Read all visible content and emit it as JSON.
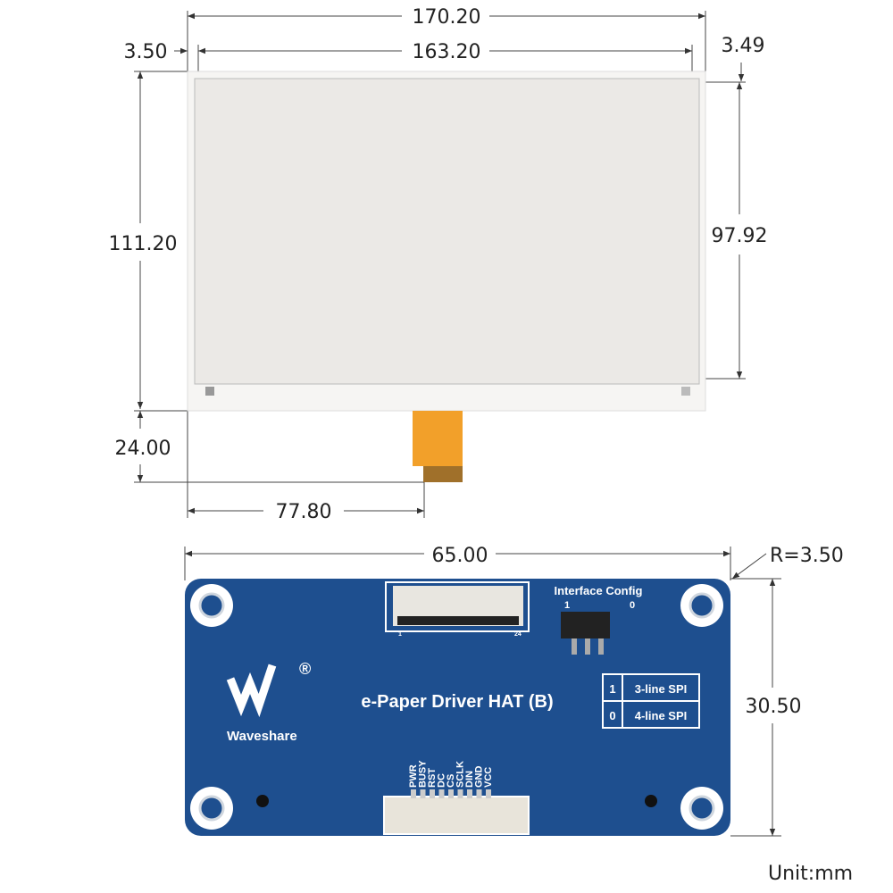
{
  "dimensions": {
    "display_outer_width": "170.20",
    "active_area_width": "163.20",
    "left_margin": "3.50",
    "right_margin": "3.49",
    "display_outer_height": "111.20",
    "active_area_height": "97.92",
    "fpc_length": "24.00",
    "fpc_offset": "77.80",
    "board_width": "65.00",
    "corner_radius": "R=3.50",
    "board_height": "30.50"
  },
  "unit": "Unit:mm",
  "board": {
    "title": "e-Paper Driver HAT (B)",
    "brand": "Waveshare",
    "registered": "®",
    "switch_label": "Interface Config",
    "switch_pos_1": "1",
    "switch_pos_0": "0",
    "connector_pin_first": "1",
    "connector_pin_last": "24",
    "config_table": [
      {
        "value": "1",
        "mode": "3-line SPI"
      },
      {
        "value": "0",
        "mode": "4-line SPI"
      }
    ],
    "pins": [
      "PWR",
      "BUSY",
      "RST",
      "DC",
      "CS",
      "SCLK",
      "DIN",
      "GND",
      "VCC"
    ]
  },
  "colors": {
    "pcb": "#1e4f8f",
    "fpc": "#f2a02a",
    "screen": "#ebe9e6"
  }
}
